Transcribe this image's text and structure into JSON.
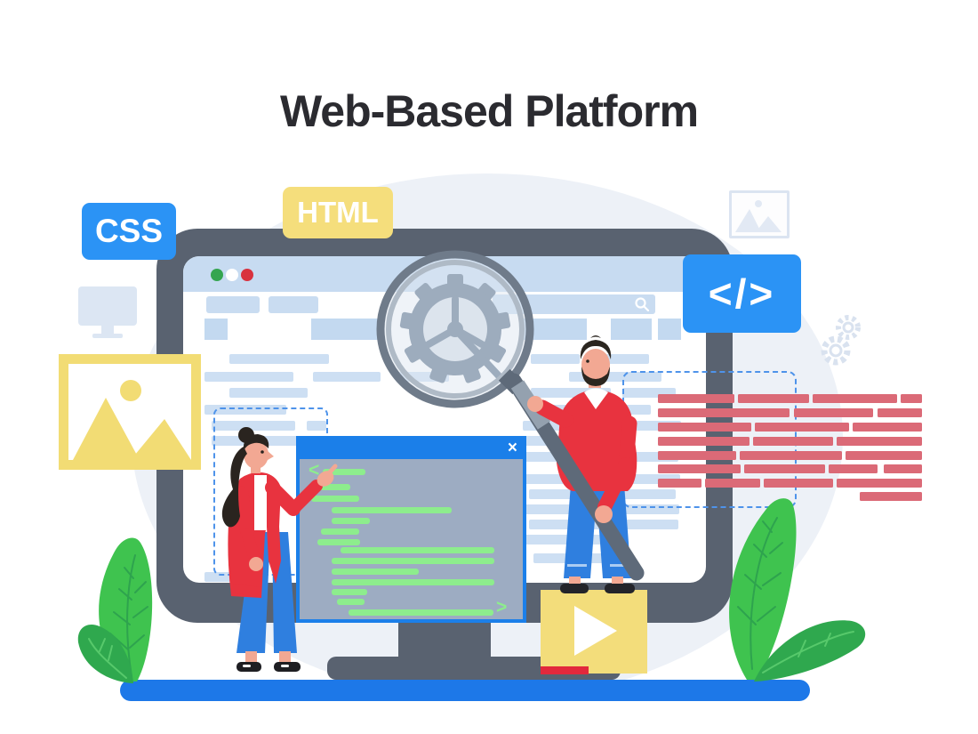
{
  "title": "Web-Based Platform",
  "badges": {
    "css": "CSS",
    "html": "HTML",
    "code": "</>"
  },
  "code_window": {
    "close_icon": "×",
    "open_glyph": "<",
    "close_glyph": ">"
  },
  "browser": {
    "window_dots": [
      "green",
      "white",
      "red"
    ]
  },
  "icons": {
    "search": "magnifier",
    "play": "play-triangle",
    "gear": "gear-wheel",
    "image_placeholder": "mountains-and-sun",
    "monitor": "desktop-monitor",
    "code": "angle-brackets"
  },
  "colors": {
    "accent_blue": "#2b93f5",
    "window_blue": "#1b7fe9",
    "platform_blue": "#1d78e8",
    "badge_yellow": "#f5de7c",
    "clothing_red": "#e8333f",
    "code_red": "#db6a77",
    "code_green": "#8ded8d",
    "plant_green": "#3fc34f",
    "plant_green_dark": "#2fa84e",
    "monitor_gray": "#596270",
    "wireframe_blue": "#cddff3",
    "chrome_blue": "#c7dbf1"
  }
}
